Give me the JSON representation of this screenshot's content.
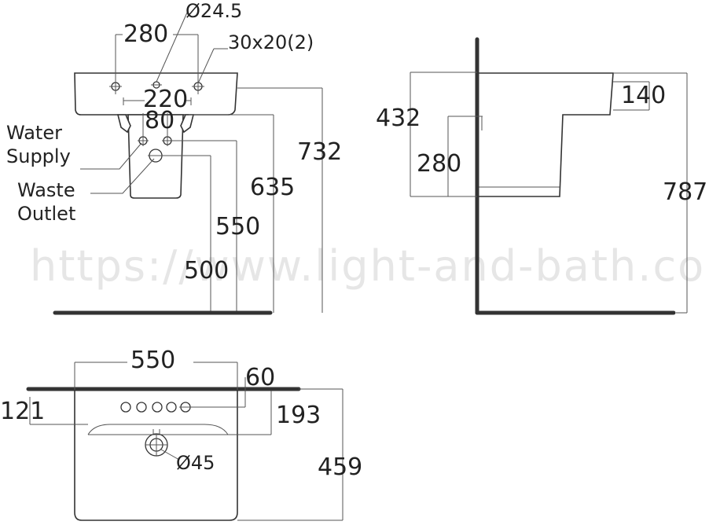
{
  "watermark": "https://www.light-and-bath.com",
  "front_view": {
    "dim_280": "280",
    "dim_hole_dia": "Ø24.5",
    "dim_slot": "30x20(2)",
    "dim_220": "220",
    "dim_80": "80",
    "dim_732": "732",
    "dim_635": "635",
    "dim_550": "550",
    "dim_500": "500",
    "label_water_supply_1": "Water",
    "label_water_supply_2": "Supply",
    "label_waste_outlet_1": "Waste",
    "label_waste_outlet_2": "Outlet"
  },
  "side_view": {
    "dim_432": "432",
    "dim_140": "140",
    "dim_280": "280",
    "dim_787": "787"
  },
  "top_view": {
    "dim_550": "550",
    "dim_60": "60",
    "dim_121": "121",
    "dim_193": "193",
    "dim_459": "459",
    "dim_drain_dia": "Ø45"
  }
}
